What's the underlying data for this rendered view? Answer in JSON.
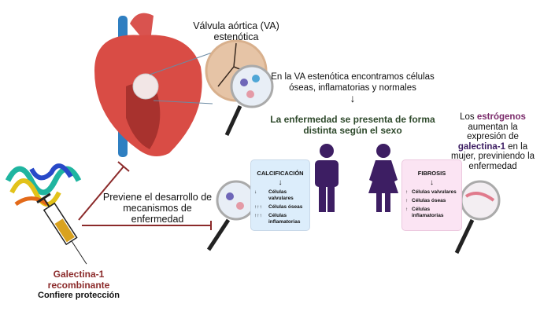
{
  "valve_label": "Válvula aórtica (VA) estenótica",
  "cells_text": "En la VA estenótica encontramos células óseas, inflamatorias y normales",
  "down_arrow": "↓",
  "sex_text": "La enfermedad se presenta de forma distinta según el sexo",
  "prevent_text": "Previene el desarrollo de mecanismos de enfermedad",
  "galectin_label": "Galectina-1 recombinante",
  "protection_label": "Confiere protección",
  "estrogen": {
    "part1": "Los ",
    "estrogenos": "estrógenos",
    "part2": " aumentan la expresión de ",
    "galectina": "galectina-1",
    "part3": " en la mujer, previniendo la enfermedad"
  },
  "calcification_box": {
    "title": "CALCIFICACIÓN",
    "arrow": "↓",
    "rows": [
      {
        "arrows": "↓",
        "label": "Células valvulares"
      },
      {
        "arrows": "↑↑↑",
        "label": "Células óseas"
      },
      {
        "arrows": "↑↑↑",
        "label": "Células inflamatorias"
      }
    ]
  },
  "fibrosis_box": {
    "title": "FIBROSIS",
    "arrow": "↓",
    "rows": [
      {
        "arrows": "↑",
        "label": "Células valvulares"
      },
      {
        "arrows": "↑",
        "label": "Células óseas"
      },
      {
        "arrows": "↑",
        "label": "Células inflamatorias"
      }
    ]
  },
  "colors": {
    "green": "#2f4a2c",
    "red": "#8b2a2a",
    "purple": "#3d1e63",
    "estrogen": "#7a2a6a",
    "blue_box": "#dcedfb",
    "pink_box": "#fbe4f3"
  }
}
